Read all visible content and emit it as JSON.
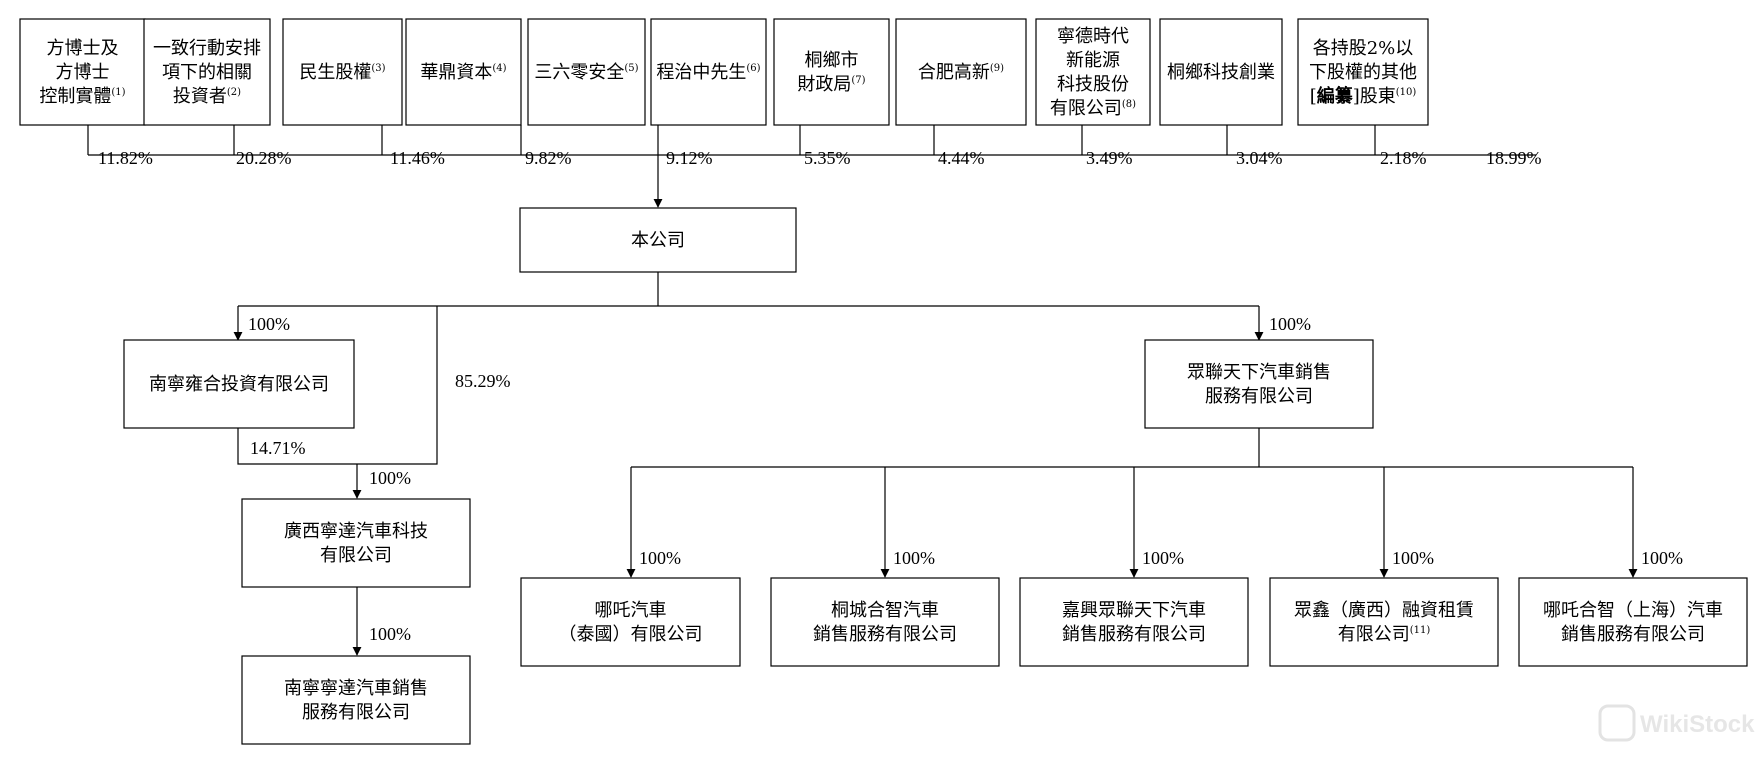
{
  "shareholders": [
    {
      "lines": [
        [
          "方博士及"
        ],
        [
          "方博士"
        ],
        [
          "控制實體",
          {
            "t": "(1)",
            "sup": true
          }
        ]
      ],
      "pct": "11.82%"
    },
    {
      "lines": [
        [
          "一致行動安排"
        ],
        [
          "項下的相關"
        ],
        [
          "投資者",
          {
            "t": "(2)",
            "sup": true
          }
        ]
      ],
      "pct": "20.28%"
    },
    {
      "lines": [
        [
          "民生股權",
          {
            "t": "(3)",
            "sup": true
          }
        ]
      ],
      "pct": "11.46%"
    },
    {
      "lines": [
        [
          "華鼎資本",
          {
            "t": "(4)",
            "sup": true
          }
        ]
      ],
      "pct": "9.82%"
    },
    {
      "lines": [
        [
          "三六零安全",
          {
            "t": "(5)",
            "sup": true
          }
        ]
      ],
      "pct": "9.12%"
    },
    {
      "lines": [
        [
          "程治中先生",
          {
            "t": "(6)",
            "sup": true
          }
        ]
      ],
      "pct": "5.35%"
    },
    {
      "lines": [
        [
          "桐鄉市"
        ],
        [
          "財政局",
          {
            "t": "(7)",
            "sup": true
          }
        ]
      ],
      "pct": "4.44%"
    },
    {
      "lines": [
        [
          "合肥高新",
          {
            "t": "(9)",
            "sup": true
          }
        ]
      ],
      "pct": "3.49%"
    },
    {
      "lines": [
        [
          "寧德時代"
        ],
        [
          "新能源"
        ],
        [
          "科技股份"
        ],
        [
          "有限公司",
          {
            "t": "(8)",
            "sup": true
          }
        ]
      ],
      "pct": "3.04%"
    },
    {
      "lines": [
        [
          "桐鄉科技創業"
        ]
      ],
      "pct": "2.18%"
    },
    {
      "lines": [
        [
          "各持股2%以"
        ],
        [
          "下股權的其他"
        ],
        [
          "[",
          {
            "t": "編纂",
            "bold": true
          },
          "]股東",
          {
            "t": "(10)",
            "sup": true
          }
        ]
      ],
      "pct": "18.99%"
    }
  ],
  "company": {
    "lines": [
      [
        "本公司"
      ]
    ]
  },
  "nanning_yonghe": {
    "lines": [
      [
        "南寧雍合投資有限公司"
      ]
    ],
    "pct_in": "100%",
    "pct_out": "14.71%"
  },
  "direct_guangxi_pct": "85.29%",
  "guangxi_nezha": {
    "lines": [
      [
        "廣西寧達汽車科技"
      ],
      [
        "有限公司"
      ]
    ],
    "pct_in": "100%"
  },
  "nanning_sales": {
    "lines": [
      [
        "南寧寧達汽車銷售"
      ],
      [
        "服務有限公司"
      ]
    ],
    "pct_in": "100%"
  },
  "zhonglian": {
    "lines": [
      [
        "眾聯天下汽車銷售"
      ],
      [
        "服務有限公司"
      ]
    ],
    "pct_in": "100%"
  },
  "subsidiaries": [
    {
      "lines": [
        [
          "哪吒汽車"
        ],
        [
          "（泰國）有限公司"
        ]
      ],
      "pct": "100%"
    },
    {
      "lines": [
        [
          "桐城合智汽車"
        ],
        [
          "銷售服務有限公司"
        ]
      ],
      "pct": "100%"
    },
    {
      "lines": [
        [
          "嘉興眾聯天下汽車"
        ],
        [
          "銷售服務有限公司"
        ]
      ],
      "pct": "100%"
    },
    {
      "lines": [
        [
          "眾鑫（廣西）融資租賃"
        ],
        [
          "有限公司",
          {
            "t": "(11)",
            "sup": true
          }
        ]
      ],
      "pct": "100%"
    },
    {
      "lines": [
        [
          "哪吒合智（上海）汽車"
        ],
        [
          "銷售服務有限公司"
        ]
      ],
      "pct": "100%"
    }
  ],
  "watermark": "WikiStock"
}
